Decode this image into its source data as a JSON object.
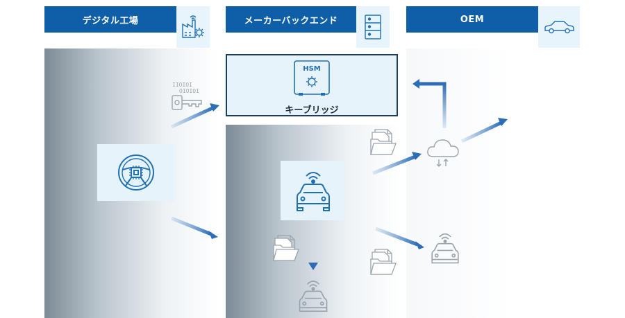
{
  "columns": [
    {
      "title": "デジタル工場",
      "icon": "factory-gear-icon"
    },
    {
      "title": "メーカーバックエンド",
      "icon": "server-rack-icon"
    },
    {
      "title": "OEM",
      "icon": "car-outline-icon"
    }
  ],
  "hsm": {
    "badge": "HSM",
    "label": "キーブリッジ"
  },
  "binary_code": {
    "line1": "IIOIOI",
    "line2": "OIOIOI"
  },
  "colors": {
    "header": "#0f5fa8",
    "tile": "#e6f3fb",
    "icon": "#1f6fb5",
    "hsm_border": "#1f3b5a",
    "arrow": "#4a86c8"
  },
  "icons": [
    "steering-wheel-chip-icon",
    "connected-car-icon",
    "key-icon",
    "folder-document-icon",
    "cloud-sync-icon"
  ]
}
